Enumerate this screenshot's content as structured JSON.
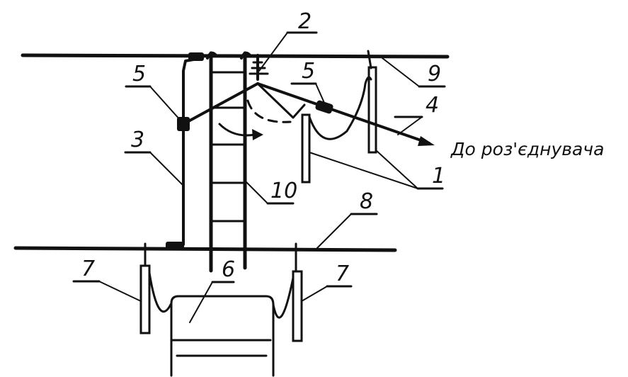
{
  "diagram": {
    "caption": "До роз'єднувача",
    "callouts": {
      "c1": "1",
      "c2": "2",
      "c3": "3",
      "c4": "4",
      "c5a": "5",
      "c5b": "5",
      "c6": "6",
      "c7a": "7",
      "c7b": "7",
      "c8": "8",
      "c9": "9",
      "c10": "10"
    }
  }
}
